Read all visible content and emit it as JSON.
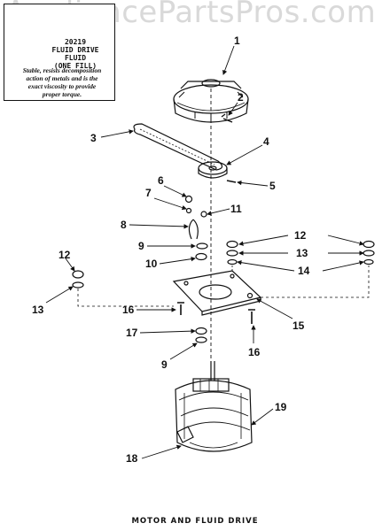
{
  "watermark": "AppliancePartsPros.com",
  "note": {
    "title_lines": [
      "20219",
      "FLUID DRIVE",
      "FLUID",
      "(ONE FILL)"
    ],
    "body_lines": [
      "Stable, resists decomposition",
      "action of metals and is the",
      "exact viscosity to provide",
      "proper torque."
    ]
  },
  "callouts": [
    "1",
    "2",
    "3",
    "4",
    "5",
    "6",
    "7",
    "8",
    "9",
    "10",
    "11",
    "12",
    "13",
    "14",
    "15",
    "16",
    "17",
    "9",
    "16",
    "18",
    "19",
    "12",
    "13",
    "12",
    "13",
    "14"
  ],
  "caption": "MOTOR AND FLUID DRIVE"
}
